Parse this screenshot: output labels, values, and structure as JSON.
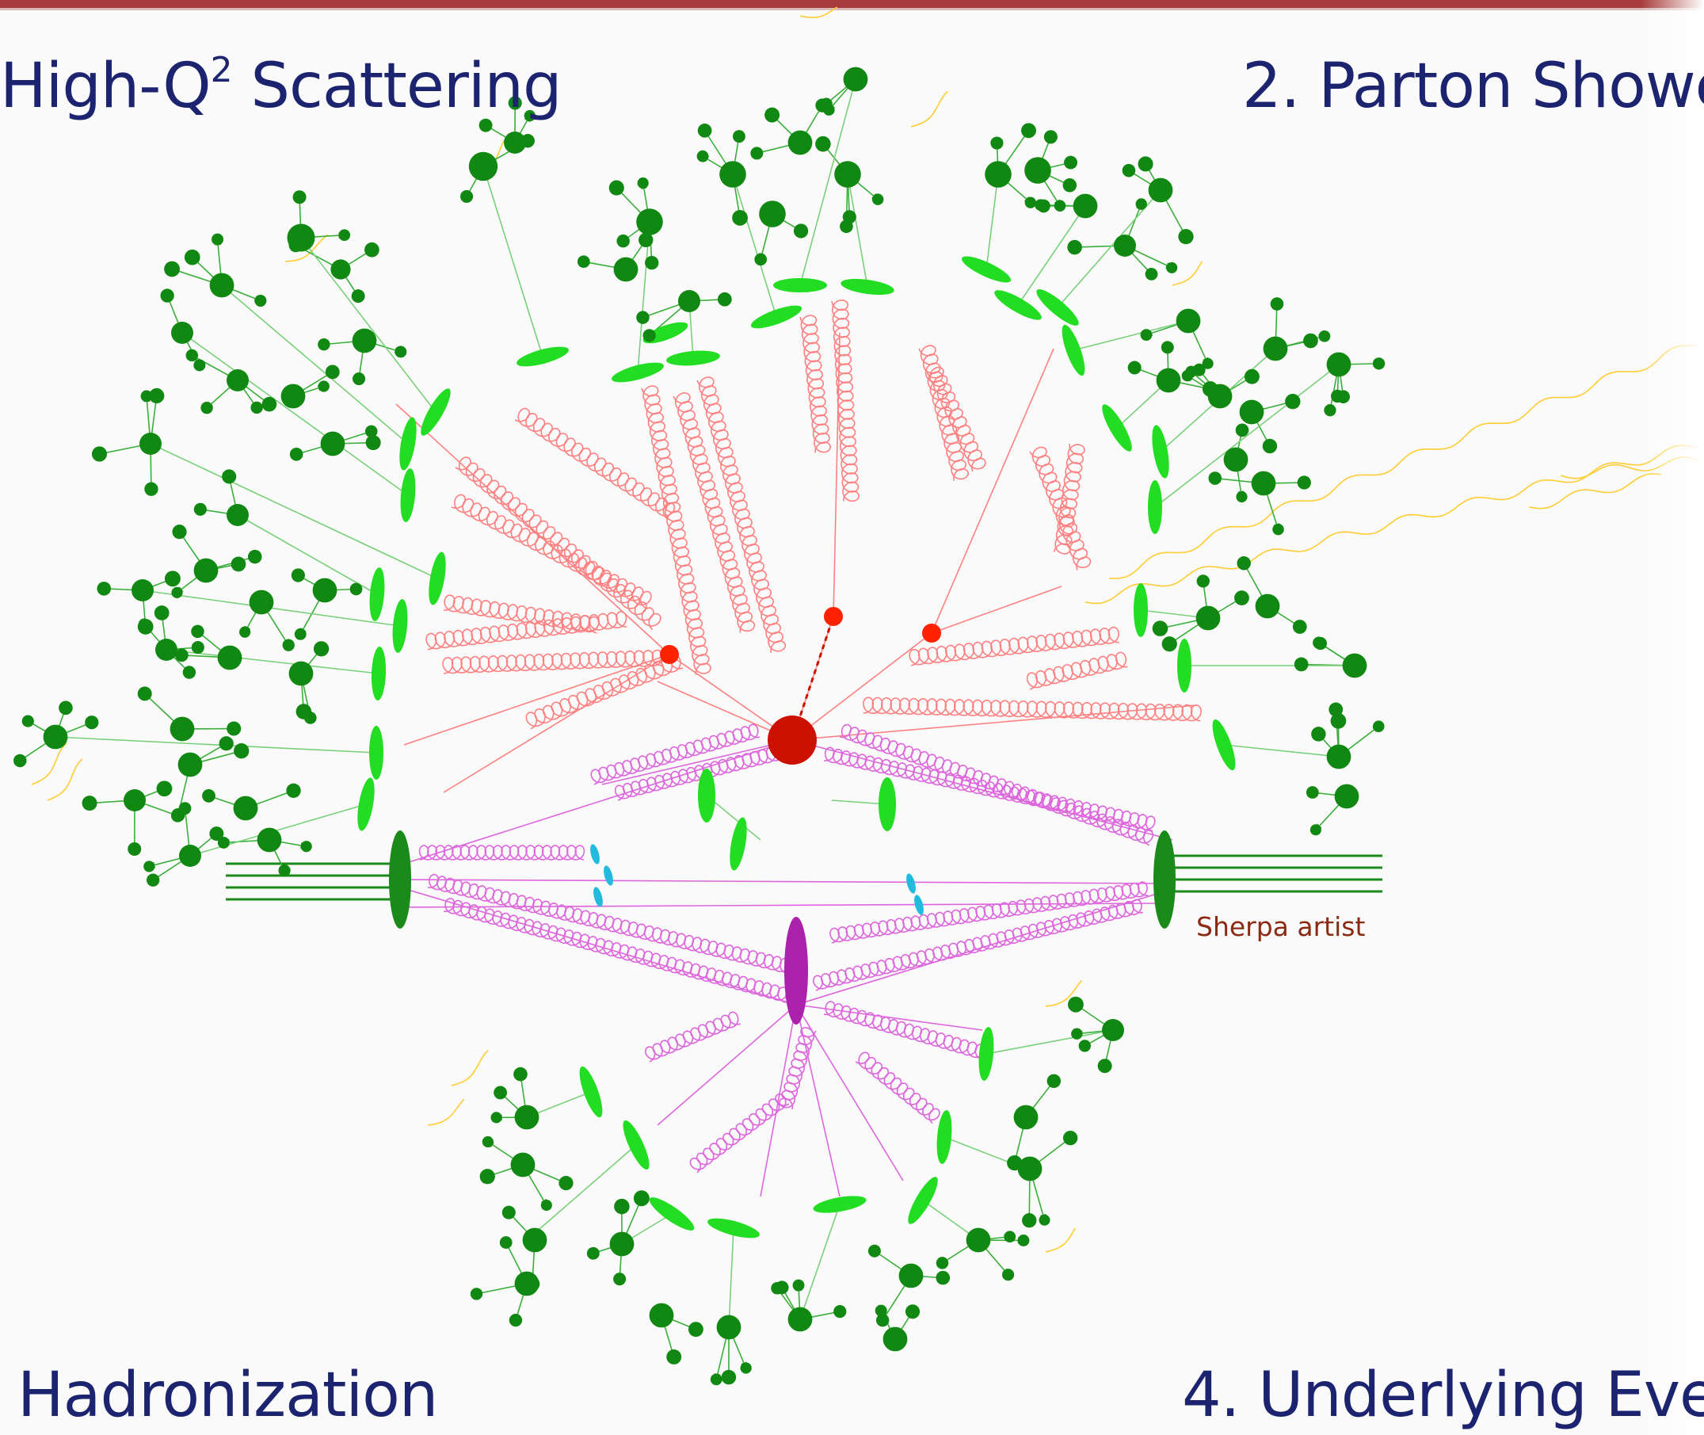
{
  "labels": {
    "top_left_prefix": "High-Q",
    "top_left_sup": "2",
    "top_left_suffix": " Scattering",
    "top_right": "2. Parton Showe",
    "bottom_left": "Hadronization",
    "bottom_right": "4. Underlying Eve",
    "credit": "Sherpa artist"
  },
  "colors": {
    "hard_process": "#cc1100",
    "parton_shower": "#ff8080",
    "underlying_event": "#dd66dd",
    "cluster": "#22dd22",
    "hadron": "#118811",
    "photon": "#ffcc33",
    "beam_remnant": "#22bbdd",
    "label_text": "#1c2470",
    "credit_text": "#8b2a12"
  }
}
